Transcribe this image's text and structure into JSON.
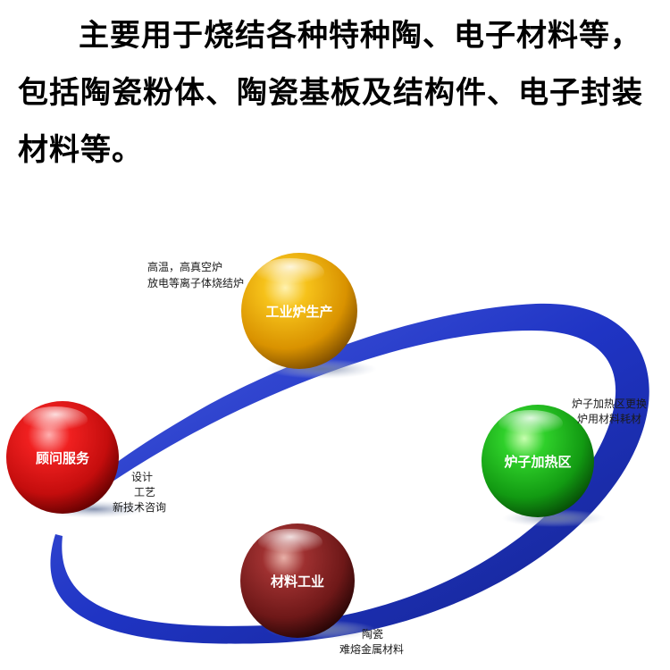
{
  "intro_text": "主要用于烧结各种特种陶、电子材料等，包括陶瓷粉体、陶瓷基板及结构件、电子封装材料等。",
  "nodes": {
    "industrial": {
      "label": "工业炉生产",
      "notes": [
        "高温，高真空炉",
        "放电等离子体烧结炉"
      ],
      "color": "#e8a400"
    },
    "consulting": {
      "label": "顾问服务",
      "notes": [
        "设计",
        "工艺",
        "新技术咨询"
      ],
      "color": "#d61010"
    },
    "heating": {
      "label": "炉子加热区",
      "notes": [
        "炉子加热区更换",
        "炉用材料耗材"
      ],
      "color": "#16a416"
    },
    "materials": {
      "label": "材料工业",
      "notes": [
        "陶瓷",
        "难熔金属材料"
      ],
      "color": "#7a1e1e"
    }
  },
  "ring_color": "#1f34c4"
}
